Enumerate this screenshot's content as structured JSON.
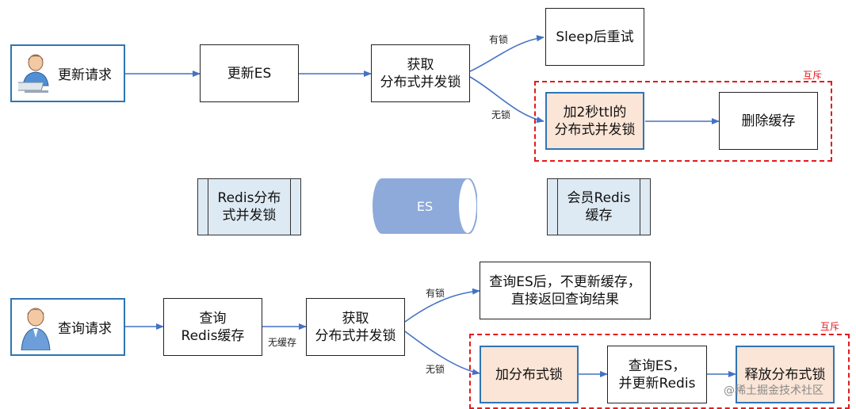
{
  "top": {
    "actor_label": "更新请求",
    "update_es": "更新ES",
    "acquire_lock": "获取\n分布式并发锁",
    "locked_label": "有锁",
    "sleep_retry": "Sleep后重试",
    "unlocked_label": "无锁",
    "mutex_label": "互斥",
    "add_lock_ttl": "加2秒ttl的\n分布式并发锁",
    "delete_cache": "删除缓存"
  },
  "legend": {
    "redis_lock": "Redis分布\n式并发锁",
    "es": "ES",
    "member_cache": "会员Redis\n缓存"
  },
  "bottom": {
    "actor_label": "查询请求",
    "query_redis": "查询\nRedis缓存",
    "no_cache_label": "无缓存",
    "acquire_lock": "获取\n分布式并发锁",
    "locked_label": "有锁",
    "locked_result": "查询ES后，不更新缓存，\n直接返回查询结果",
    "unlocked_label": "无锁",
    "mutex_label": "互斥",
    "add_lock": "加分布式锁",
    "query_update": "查询ES，\n并更新Redis",
    "release_lock": "释放分布式锁"
  },
  "watermark": "@稀土掘金技术社区",
  "colors": {
    "arrow": "#4472c4",
    "box_border_blue": "#2f75b5",
    "peach_fill": "#fbe5d6",
    "mutex_red": "#e31a1c",
    "legend_fill": "#dde9f3",
    "cylinder_fill": "#8eaadb"
  }
}
